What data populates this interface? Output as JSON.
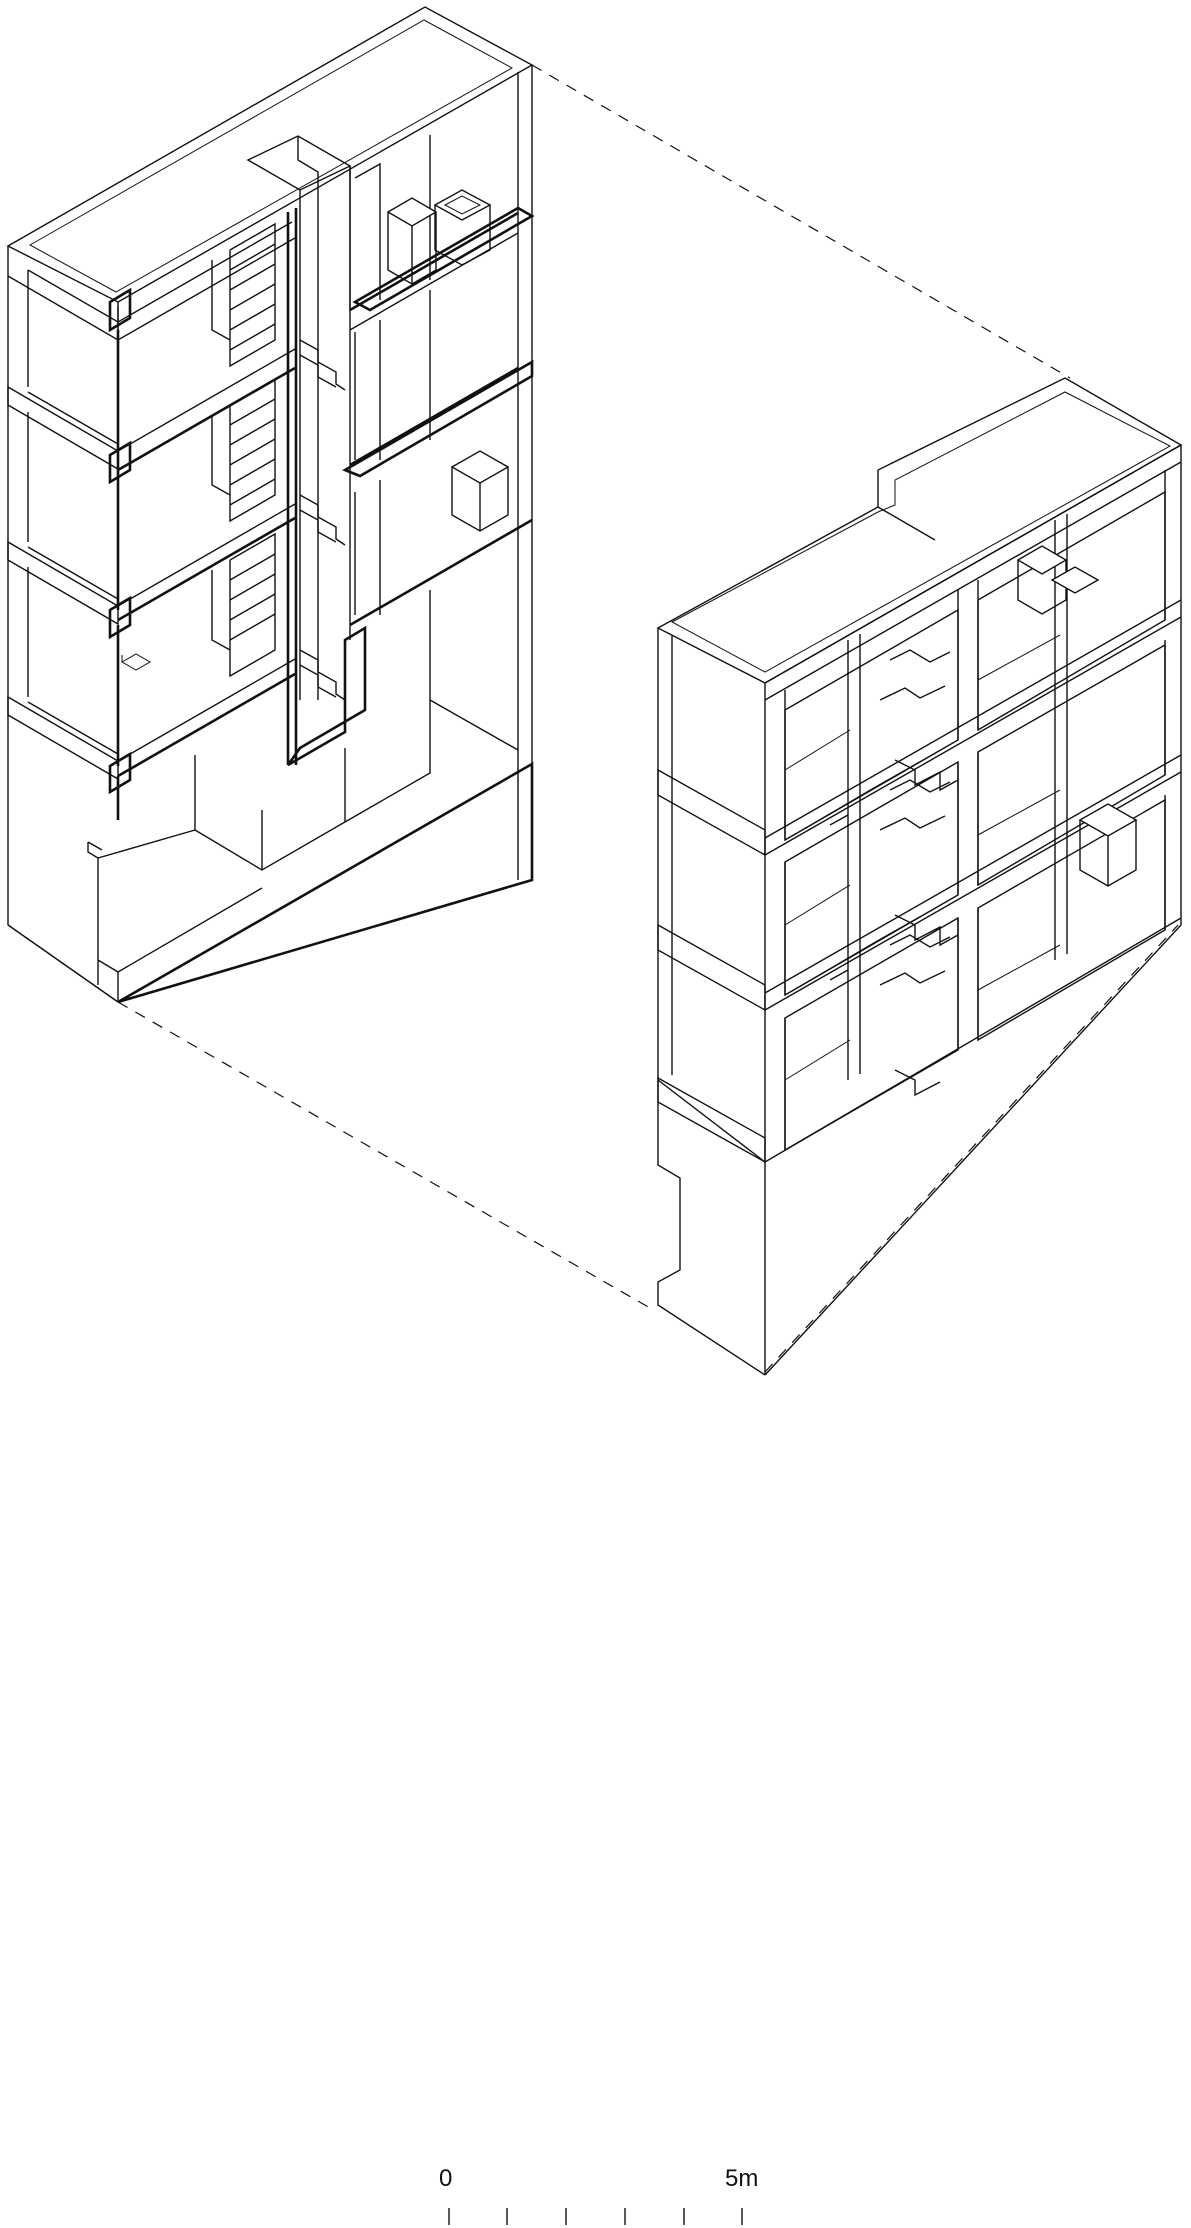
{
  "scale_bar": {
    "start_label": "0",
    "end_label": "5m",
    "divisions": 5
  }
}
